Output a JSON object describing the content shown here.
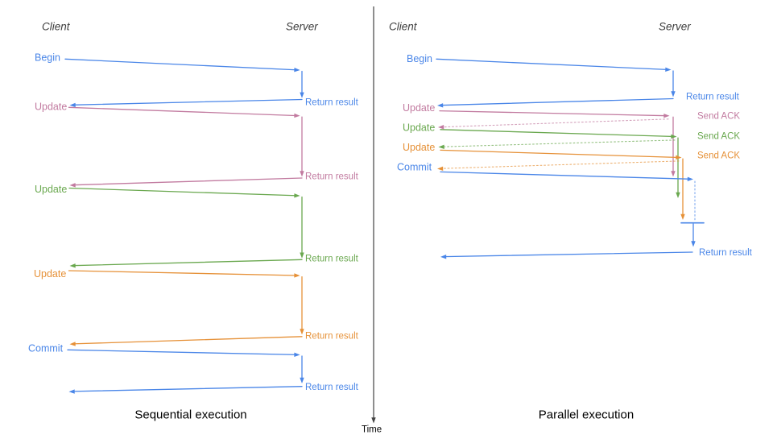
{
  "colors": {
    "blue": "#4a86e8",
    "pink": "#c27ba0",
    "green": "#6aa84f",
    "orange": "#e69138",
    "header_text": "#3d3d3d",
    "title_text": "#000000",
    "axis": "#444444"
  },
  "time_axis": {
    "label": "Time"
  },
  "sequential": {
    "title": "Sequential execution",
    "client_header": "Client",
    "server_header": "Server",
    "flows": [
      {
        "label": "Begin",
        "server_label": "Return result",
        "color": "blue"
      },
      {
        "label": "Update",
        "server_label": "Return result",
        "color": "pink"
      },
      {
        "label": "Update",
        "server_label": "Return result",
        "color": "green"
      },
      {
        "label": "Update",
        "server_label": "Return result",
        "color": "orange"
      },
      {
        "label": "Commit",
        "server_label": "Return result",
        "color": "blue"
      }
    ]
  },
  "parallel": {
    "title": "Parallel execution",
    "client_header": "Client",
    "server_header": "Server",
    "flows": [
      {
        "label": "Begin",
        "server_label": "Return result",
        "color": "blue"
      },
      {
        "label": "Update",
        "server_label": "Send ACK",
        "color": "pink"
      },
      {
        "label": "Update",
        "server_label": "Send ACK",
        "color": "green"
      },
      {
        "label": "Update",
        "server_label": "Send ACK",
        "color": "orange"
      },
      {
        "label": "Commit",
        "server_label": "Return result",
        "color": "blue"
      }
    ]
  }
}
